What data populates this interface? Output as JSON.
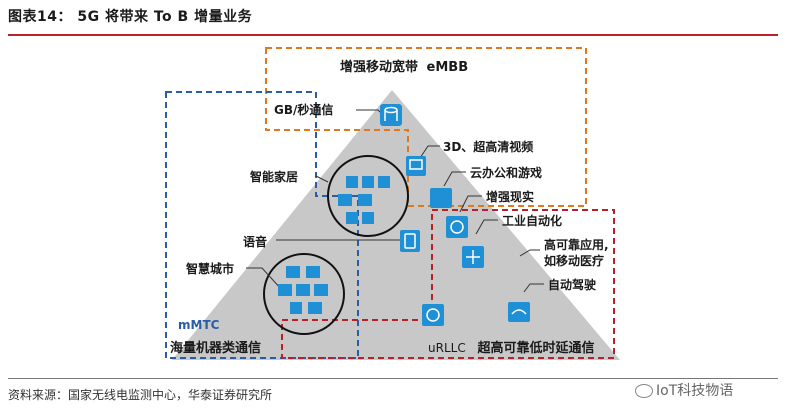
{
  "figure": {
    "title": "图表14：  5G 将带来 To B 增量业务",
    "source": "资料来源：国家无线电监测中心，华泰证券研究所",
    "watermark": "IoT科技物语"
  },
  "regions": {
    "embb": {
      "name": "增强移动宽带",
      "tag": "eMBB",
      "color": "#e07820"
    },
    "mmtc": {
      "name": "海量机器类通信",
      "tag": "mMTC",
      "color": "#2a5ca8"
    },
    "urllc": {
      "name": "超高可靠低时延通信",
      "tag": "uRLLC",
      "color": "#b8202a"
    }
  },
  "labels": {
    "gbps": "GB/秒通信",
    "video": "3D、超高清视频",
    "cloud": "云办公和游戏",
    "smart_home": "智能家居",
    "ar": "增强现实",
    "industry": "工业自动化",
    "voice": "语音",
    "reliable": "高可靠应用,",
    "medical": "如移动医疗",
    "smart_city": "智慧城市",
    "driving": "自动驾驶"
  },
  "colors": {
    "triangle": "#c8c8c8",
    "icon": "#1f8fd6",
    "accent": "#b8202a"
  }
}
